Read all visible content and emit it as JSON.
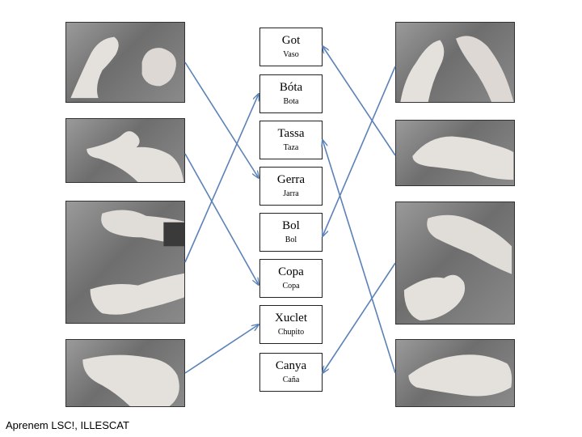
{
  "words": [
    {
      "ca": "Got",
      "es": "Vaso"
    },
    {
      "ca": "Bóta",
      "es": "Bota"
    },
    {
      "ca": "Tassa",
      "es": "Taza"
    },
    {
      "ca": "Gerra",
      "es": "Jarra"
    },
    {
      "ca": "Bol",
      "es": "Bol"
    },
    {
      "ca": "Copa",
      "es": "Copa"
    },
    {
      "ca": "Xuclet",
      "es": "Chupito"
    },
    {
      "ca": "Canya",
      "es": "Caña"
    }
  ],
  "photos": {
    "left": [
      "hand-sign-photo",
      "hand-sign-photo",
      "hand-sign-photo",
      "hand-sign-photo"
    ],
    "right": [
      "hand-sign-photo",
      "hand-sign-photo",
      "hand-sign-photo",
      "hand-sign-photo"
    ]
  },
  "connections": [
    {
      "from_side": "left",
      "photo": 0,
      "word": 3
    },
    {
      "from_side": "left",
      "photo": 1,
      "word": 5
    },
    {
      "from_side": "left",
      "photo": 2,
      "word": 1
    },
    {
      "from_side": "left",
      "photo": 3,
      "word": 6
    },
    {
      "from_side": "right",
      "photo": 0,
      "word": 4
    },
    {
      "from_side": "right",
      "photo": 1,
      "word": 0
    },
    {
      "from_side": "right",
      "photo": 2,
      "word": 7
    },
    {
      "from_side": "right",
      "photo": 3,
      "word": 2
    }
  ],
  "colors": {
    "arrow": "#5b82b8"
  },
  "caption": "Aprenem LSC!, ILLESCAT"
}
